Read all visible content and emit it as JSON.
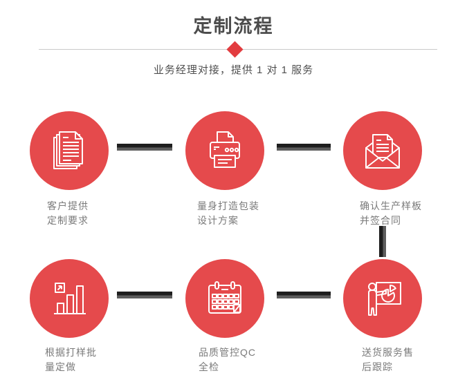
{
  "page": {
    "title": "定制流程",
    "subtitle": "业务经理对接，提供 1 对 1 服务"
  },
  "colors": {
    "accent_red": "#e54a4c",
    "diamond_red": "#e23c3f",
    "title_text": "#4c4c4c",
    "subtitle_text": "#4f4f4f",
    "label_text": "#7a7a7a",
    "connector_dark": "#1e1e1e",
    "connector_gray": "#5d5d5d",
    "divider_gray": "#c9c9c9"
  },
  "steps": [
    {
      "icon": "stacked-documents-icon",
      "line1": "客户提供",
      "line2": "定制要求"
    },
    {
      "icon": "printer-icon",
      "line1": "量身打造包装",
      "line2": "设计方案"
    },
    {
      "icon": "open-envelope-letter-icon",
      "line1": "确认生产样板",
      "line2": "并签合同"
    },
    {
      "icon": "bar-chart-growth-icon",
      "line1": "根据打样批",
      "line2": "量定做"
    },
    {
      "icon": "calendar-icon",
      "line1": "品质管控QC",
      "line2": "全检"
    },
    {
      "icon": "presentation-pie-chart-icon",
      "line1": "送货服务售",
      "line2": "后跟踪"
    }
  ]
}
